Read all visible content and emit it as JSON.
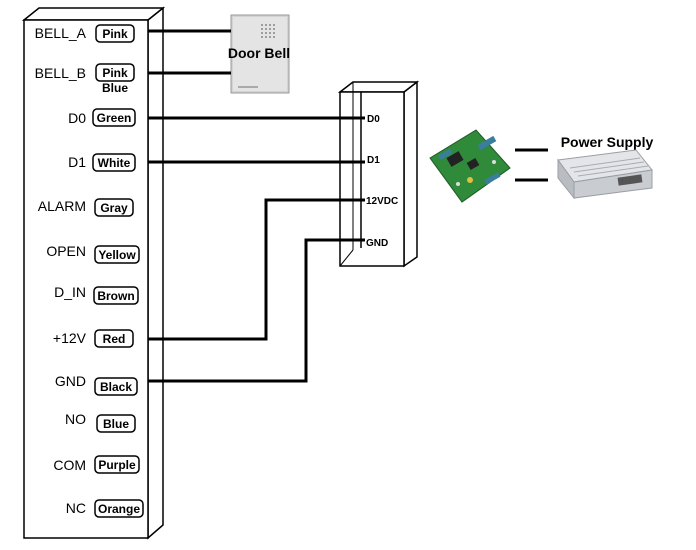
{
  "reader": {
    "pins": [
      {
        "label": "BELL_A",
        "wire": "Pink"
      },
      {
        "label": "BELL_B",
        "wire": "Pink",
        "wire2": "Blue"
      },
      {
        "label": "D0",
        "wire": "Green"
      },
      {
        "label": "D1",
        "wire": "White"
      },
      {
        "label": "ALARM",
        "wire": "Gray"
      },
      {
        "label": "OPEN",
        "wire": "Yellow"
      },
      {
        "label": "D_IN",
        "wire": "Brown"
      },
      {
        "label": "+12V",
        "wire": "Red"
      },
      {
        "label": "GND",
        "wire": "Black"
      },
      {
        "label": "NO",
        "wire": "Blue"
      },
      {
        "label": "COM",
        "wire": "Purple"
      },
      {
        "label": "NC",
        "wire": "Orange"
      }
    ]
  },
  "doorbell": {
    "title": "Door Bell",
    "icon": "doorbell-icon"
  },
  "controller_terminal": {
    "pins": [
      "D0",
      "D1",
      "12VDC",
      "GND"
    ]
  },
  "controller_board": {
    "icon": "circuit-board-icon"
  },
  "power_supply": {
    "title": "Power Supply",
    "icon": "power-supply-icon"
  },
  "colors": {
    "wire": "#000000",
    "board_green": "#2f8a3a",
    "supply_metal": "#c9ccd0"
  }
}
